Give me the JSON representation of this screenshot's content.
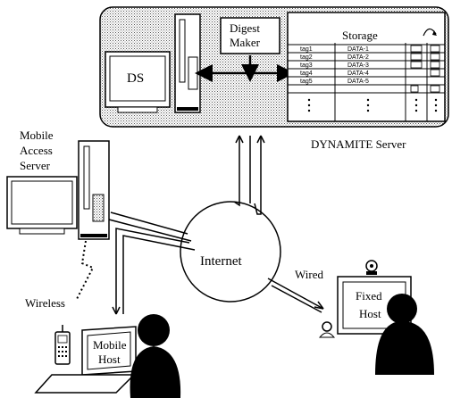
{
  "server": {
    "name": "DYNAMITE Server",
    "ds_label": "DS",
    "digest_line1": "Digest",
    "digest_line2": "Maker",
    "storage_label": "Storage",
    "rows": [
      {
        "tag": "tag1",
        "data": "DATA-1"
      },
      {
        "tag": "tag2",
        "data": "DATA-2"
      },
      {
        "tag": "tag3",
        "data": "DATA-3"
      },
      {
        "tag": "tag4",
        "data": "DATA-4"
      },
      {
        "tag": "tag5",
        "data": "DATA-5"
      }
    ]
  },
  "mobile_access_server": {
    "line1": "Mobile",
    "line2": "Access",
    "line3": "Server"
  },
  "internet_label": "Internet",
  "wired_label": "Wired",
  "wireless_label": "Wireless",
  "mobile_host": {
    "line1": "Mobile",
    "line2": "Host"
  },
  "fixed_host": {
    "line1": "Fixed",
    "line2": "Host"
  }
}
